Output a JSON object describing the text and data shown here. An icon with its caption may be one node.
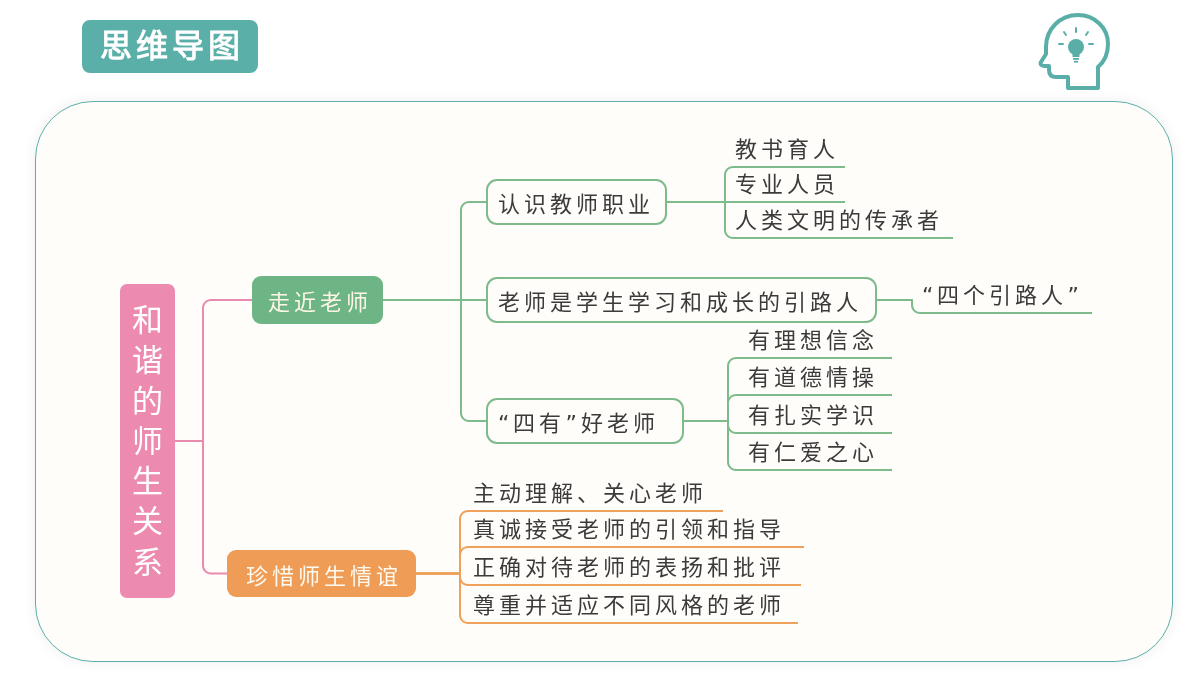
{
  "diagram": {
    "title": "思维导图",
    "nodes": [
      {
        "text": [
          "和谐的师生关系"
        ]
      },
      {
        "text": [
          "走近老师"
        ]
      },
      {
        "text": [
          "认识教师职业"
        ]
      },
      {
        "text": [
          "教书育人"
        ]
      },
      {
        "text": [
          "专业人员"
        ]
      },
      {
        "text": [
          "人类文明的传承者"
        ]
      },
      {
        "text": [
          "老师是学生学习和成长的引路人"
        ]
      },
      {
        "text": [
          "“四个引路人”"
        ]
      },
      {
        "text": [
          "“四有”好老师"
        ]
      },
      {
        "text": [
          "有理想信念"
        ]
      },
      {
        "text": [
          "有道德情操"
        ]
      },
      {
        "text": [
          "有扎实学识"
        ]
      },
      {
        "text": [
          "有仁爱之心"
        ]
      },
      {
        "text": [
          "珍惜师生情谊"
        ]
      },
      {
        "text": [
          "主动理解、关心老师"
        ]
      },
      {
        "text": [
          "真诚接受老师的引领和指导"
        ]
      },
      {
        "text": [
          "正确对待老师的表扬和批评"
        ]
      },
      {
        "text": [
          "尊重并适应不同风格的老师"
        ]
      }
    ],
    "edges": [
      {
        "from": 0,
        "to": 1,
        "arrow": "none",
        "color": "#e98bb0"
      },
      {
        "from": 0,
        "to": 13,
        "arrow": "none",
        "color": "#e98bb0"
      },
      {
        "from": 1,
        "to": 2,
        "arrow": "none"
      },
      {
        "from": 1,
        "to": 6,
        "arrow": "none"
      },
      {
        "from": 1,
        "to": 8,
        "arrow": "none"
      },
      {
        "from": 2,
        "to": 3,
        "arrow": "none"
      },
      {
        "from": 2,
        "to": 4,
        "arrow": "none"
      },
      {
        "from": 2,
        "to": 5,
        "arrow": "none"
      },
      {
        "from": 6,
        "to": 7,
        "arrow": "none"
      },
      {
        "from": 8,
        "to": 9,
        "arrow": "none"
      },
      {
        "from": 8,
        "to": 10,
        "arrow": "none"
      },
      {
        "from": 8,
        "to": 11,
        "arrow": "none"
      },
      {
        "from": 8,
        "to": 12,
        "arrow": "none"
      },
      {
        "from": 13,
        "to": 14,
        "arrow": "none",
        "color": "#eea15a"
      },
      {
        "from": 13,
        "to": 15,
        "arrow": "none",
        "color": "#eea15a"
      },
      {
        "from": 13,
        "to": 16,
        "arrow": "none",
        "color": "#eea15a"
      },
      {
        "from": 13,
        "to": 17,
        "arrow": "none",
        "color": "#eea15a"
      }
    ]
  }
}
